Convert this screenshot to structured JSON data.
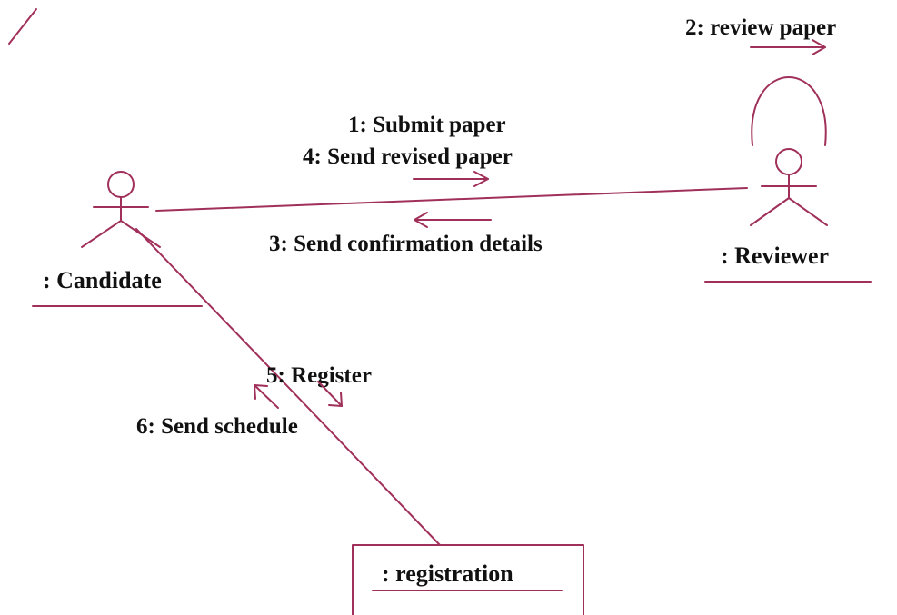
{
  "diagram": {
    "type": "UML collaboration diagram",
    "accent_color": "#a0305a",
    "text_color": "#111111",
    "actors": {
      "candidate": {
        "name": ": Candidate"
      },
      "reviewer": {
        "name": ": Reviewer"
      }
    },
    "objects": {
      "registration": {
        "name": ": registration"
      }
    },
    "messages": {
      "m1": "1: Submit paper",
      "m2": "2: review paper",
      "m3": "3: Send confirmation details",
      "m4": "4: Send revised paper",
      "m5": "5: Register",
      "m6": "6: Send schedule"
    }
  }
}
